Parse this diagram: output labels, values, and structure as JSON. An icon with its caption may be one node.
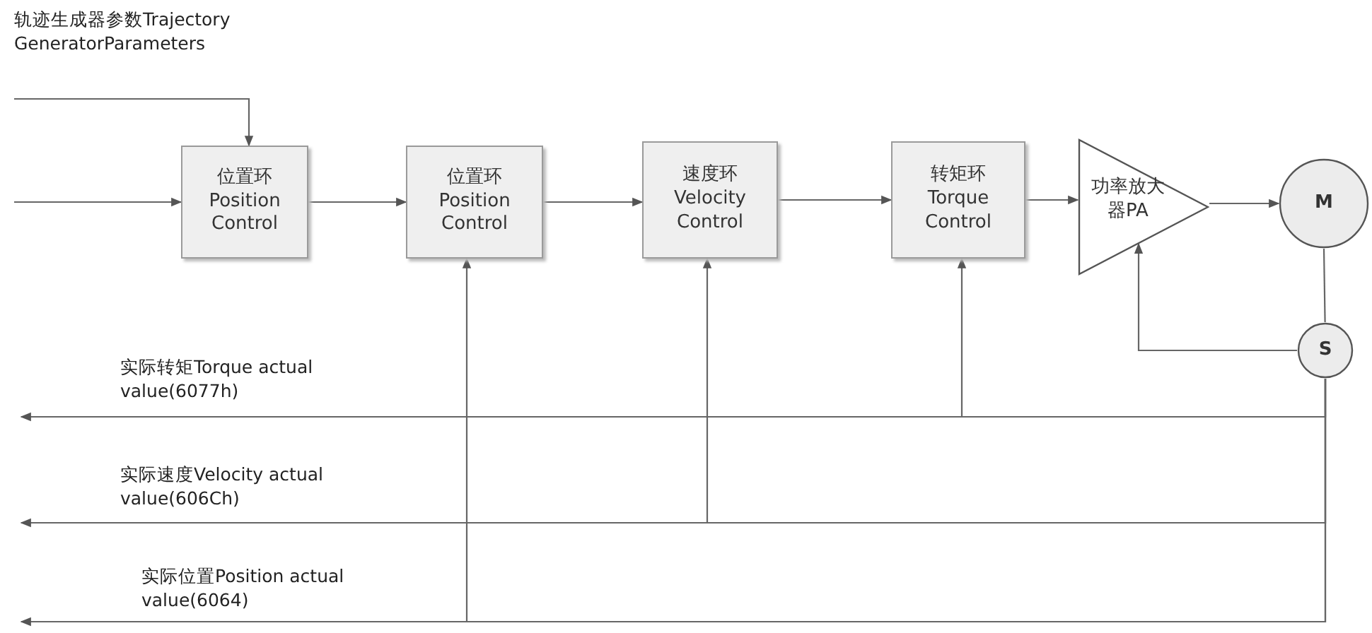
{
  "diagram": {
    "nodes": [
      {
        "text": [
          "位置环",
          "Position Control"
        ]
      },
      {
        "text": [
          "位置环",
          "Position Control"
        ]
      },
      {
        "text": [
          "速度环",
          "Velocity Control"
        ]
      },
      {
        "text": [
          "转矩环",
          "Torque Control"
        ]
      },
      {
        "text": [
          "功率放大器PA"
        ]
      },
      {
        "text": [
          "M"
        ]
      },
      {
        "text": [
          "S"
        ]
      }
    ],
    "edges": [
      {
        "from": null,
        "to": 0,
        "arrow": "to"
      },
      {
        "from": null,
        "to": 0,
        "arrow": "to",
        "label": "轨迹生成器参数Trajectory GeneratorParameters"
      },
      {
        "from": 0,
        "to": 1,
        "arrow": "to"
      },
      {
        "from": 1,
        "to": 2,
        "arrow": "to"
      },
      {
        "from": 2,
        "to": 3,
        "arrow": "to"
      },
      {
        "from": 3,
        "to": 4,
        "arrow": "to"
      },
      {
        "from": 4,
        "to": 5,
        "arrow": "to"
      },
      {
        "from": 5,
        "to": 6,
        "arrow": "none"
      },
      {
        "from": 6,
        "to": 4,
        "arrow": "to"
      },
      {
        "from": 6,
        "to": null,
        "arrow": "to",
        "label": "实际转矩Torque actual value(6077h)"
      },
      {
        "from": 6,
        "to": 3,
        "arrow": "to"
      },
      {
        "from": 6,
        "to": null,
        "arrow": "to",
        "label": "实际速度Velocity actual value(606Ch)"
      },
      {
        "from": 6,
        "to": 2,
        "arrow": "to"
      },
      {
        "from": 6,
        "to": null,
        "arrow": "to",
        "label": "实际位置Position actual value(6064)"
      },
      {
        "from": 6,
        "to": 1,
        "arrow": "to"
      }
    ]
  }
}
